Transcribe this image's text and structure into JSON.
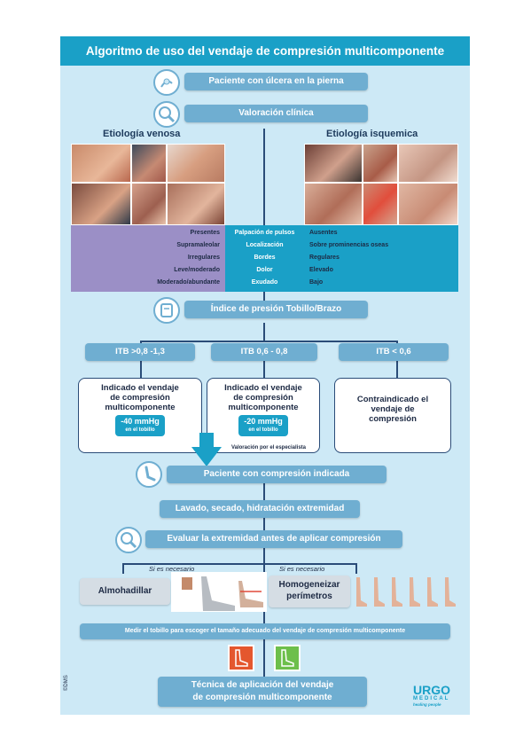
{
  "title": "Algoritmo de uso del vendaje de compresión multicomponente",
  "steps": {
    "patient": "Paciente con úlcera en la pierna",
    "assessment": "Valoración clínica",
    "abpi": "Índice de presión Tobillo/Brazo",
    "indicated_patient": "Paciente con compresión indicada",
    "care": "Lavado, secado, hidratación extremidad",
    "evaluate": "Evaluar la extremidad antes de aplicar compresión",
    "measure": "Medir el tobillo para escoger el tamaño adecuado del vendaje de compresión multicomponente",
    "technique_l1": "Técnica de aplicación del vendaje",
    "technique_l2": "de compresión multicomponente"
  },
  "etiology": {
    "venous": "Etiología venosa",
    "ischemic": "Etiología isquemica",
    "criteria": [
      "Palpación de pulsos",
      "Localización",
      "Bordes",
      "Dolor",
      "Exudado"
    ],
    "venous_values": [
      "Presentes",
      "Supramaleolar",
      "Irregulares",
      "Leve/moderado",
      "Moderado/abundante"
    ],
    "ischemic_values": [
      "Ausentes",
      "Sobre prominencias oseas",
      "Regulares",
      "Elevado",
      "Bajo"
    ]
  },
  "itb": [
    {
      "label": "ITB >0,8 -1,3",
      "text1": "Indicado el vendaje",
      "text2": "de compresión",
      "text3": "multicomponente",
      "pressure": "-40 mmHg",
      "where": "en el tobillo"
    },
    {
      "label": "ITB 0,6 - 0,8",
      "text1": "Indicado el vendaje",
      "text2": "de compresión",
      "text3": "multicomponente",
      "pressure": "-20 mmHg",
      "where": "en el tobillo"
    },
    {
      "label": "ITB < 0,6",
      "text1": "Contraindicado el",
      "text2": "vendaje de",
      "text3": "compresión"
    }
  ],
  "specialist_note": "Valoración por el especialista",
  "if_needed": "Si es necesario",
  "padding": "Almohadillar",
  "homogenize_l1": "Homogeneizar",
  "homogenize_l2": "perímetros",
  "brand": "URGO",
  "brand_sub": "MEDICAL",
  "brand_tagline": "healing people",
  "side_code": "©DMS",
  "colors": {
    "title": "#1aa0c7",
    "pill": "#6faed1",
    "venous": "#9b8fc6",
    "ischemic": "#1aa0c7",
    "criteria": "#1aa0c7"
  }
}
